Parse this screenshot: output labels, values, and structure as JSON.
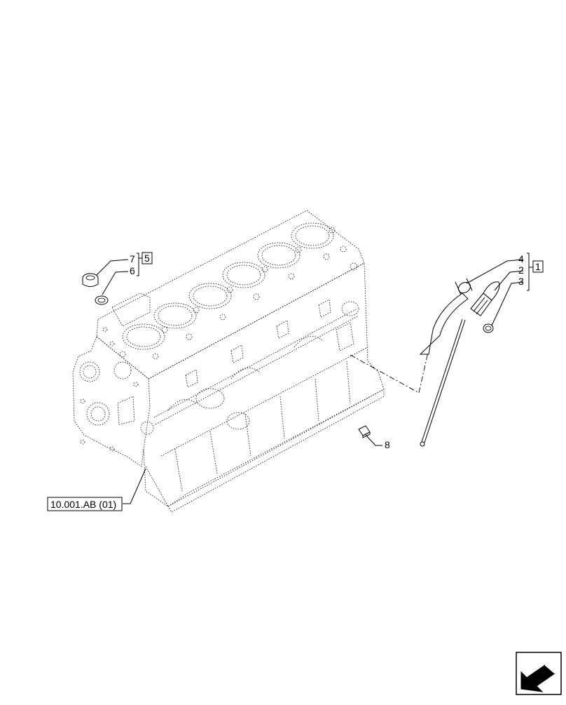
{
  "callouts": [
    {
      "id": "c7",
      "text": "7"
    },
    {
      "id": "c6",
      "text": "6"
    },
    {
      "id": "c5",
      "text": "5"
    },
    {
      "id": "c4",
      "text": "4"
    },
    {
      "id": "c2",
      "text": "2"
    },
    {
      "id": "c3",
      "text": "3"
    },
    {
      "id": "c1",
      "text": "1"
    },
    {
      "id": "c8",
      "text": "8"
    }
  ],
  "reference": {
    "text": "10.001.AB (01)"
  },
  "nav": {
    "icon": "next-page-arrow-icon"
  }
}
